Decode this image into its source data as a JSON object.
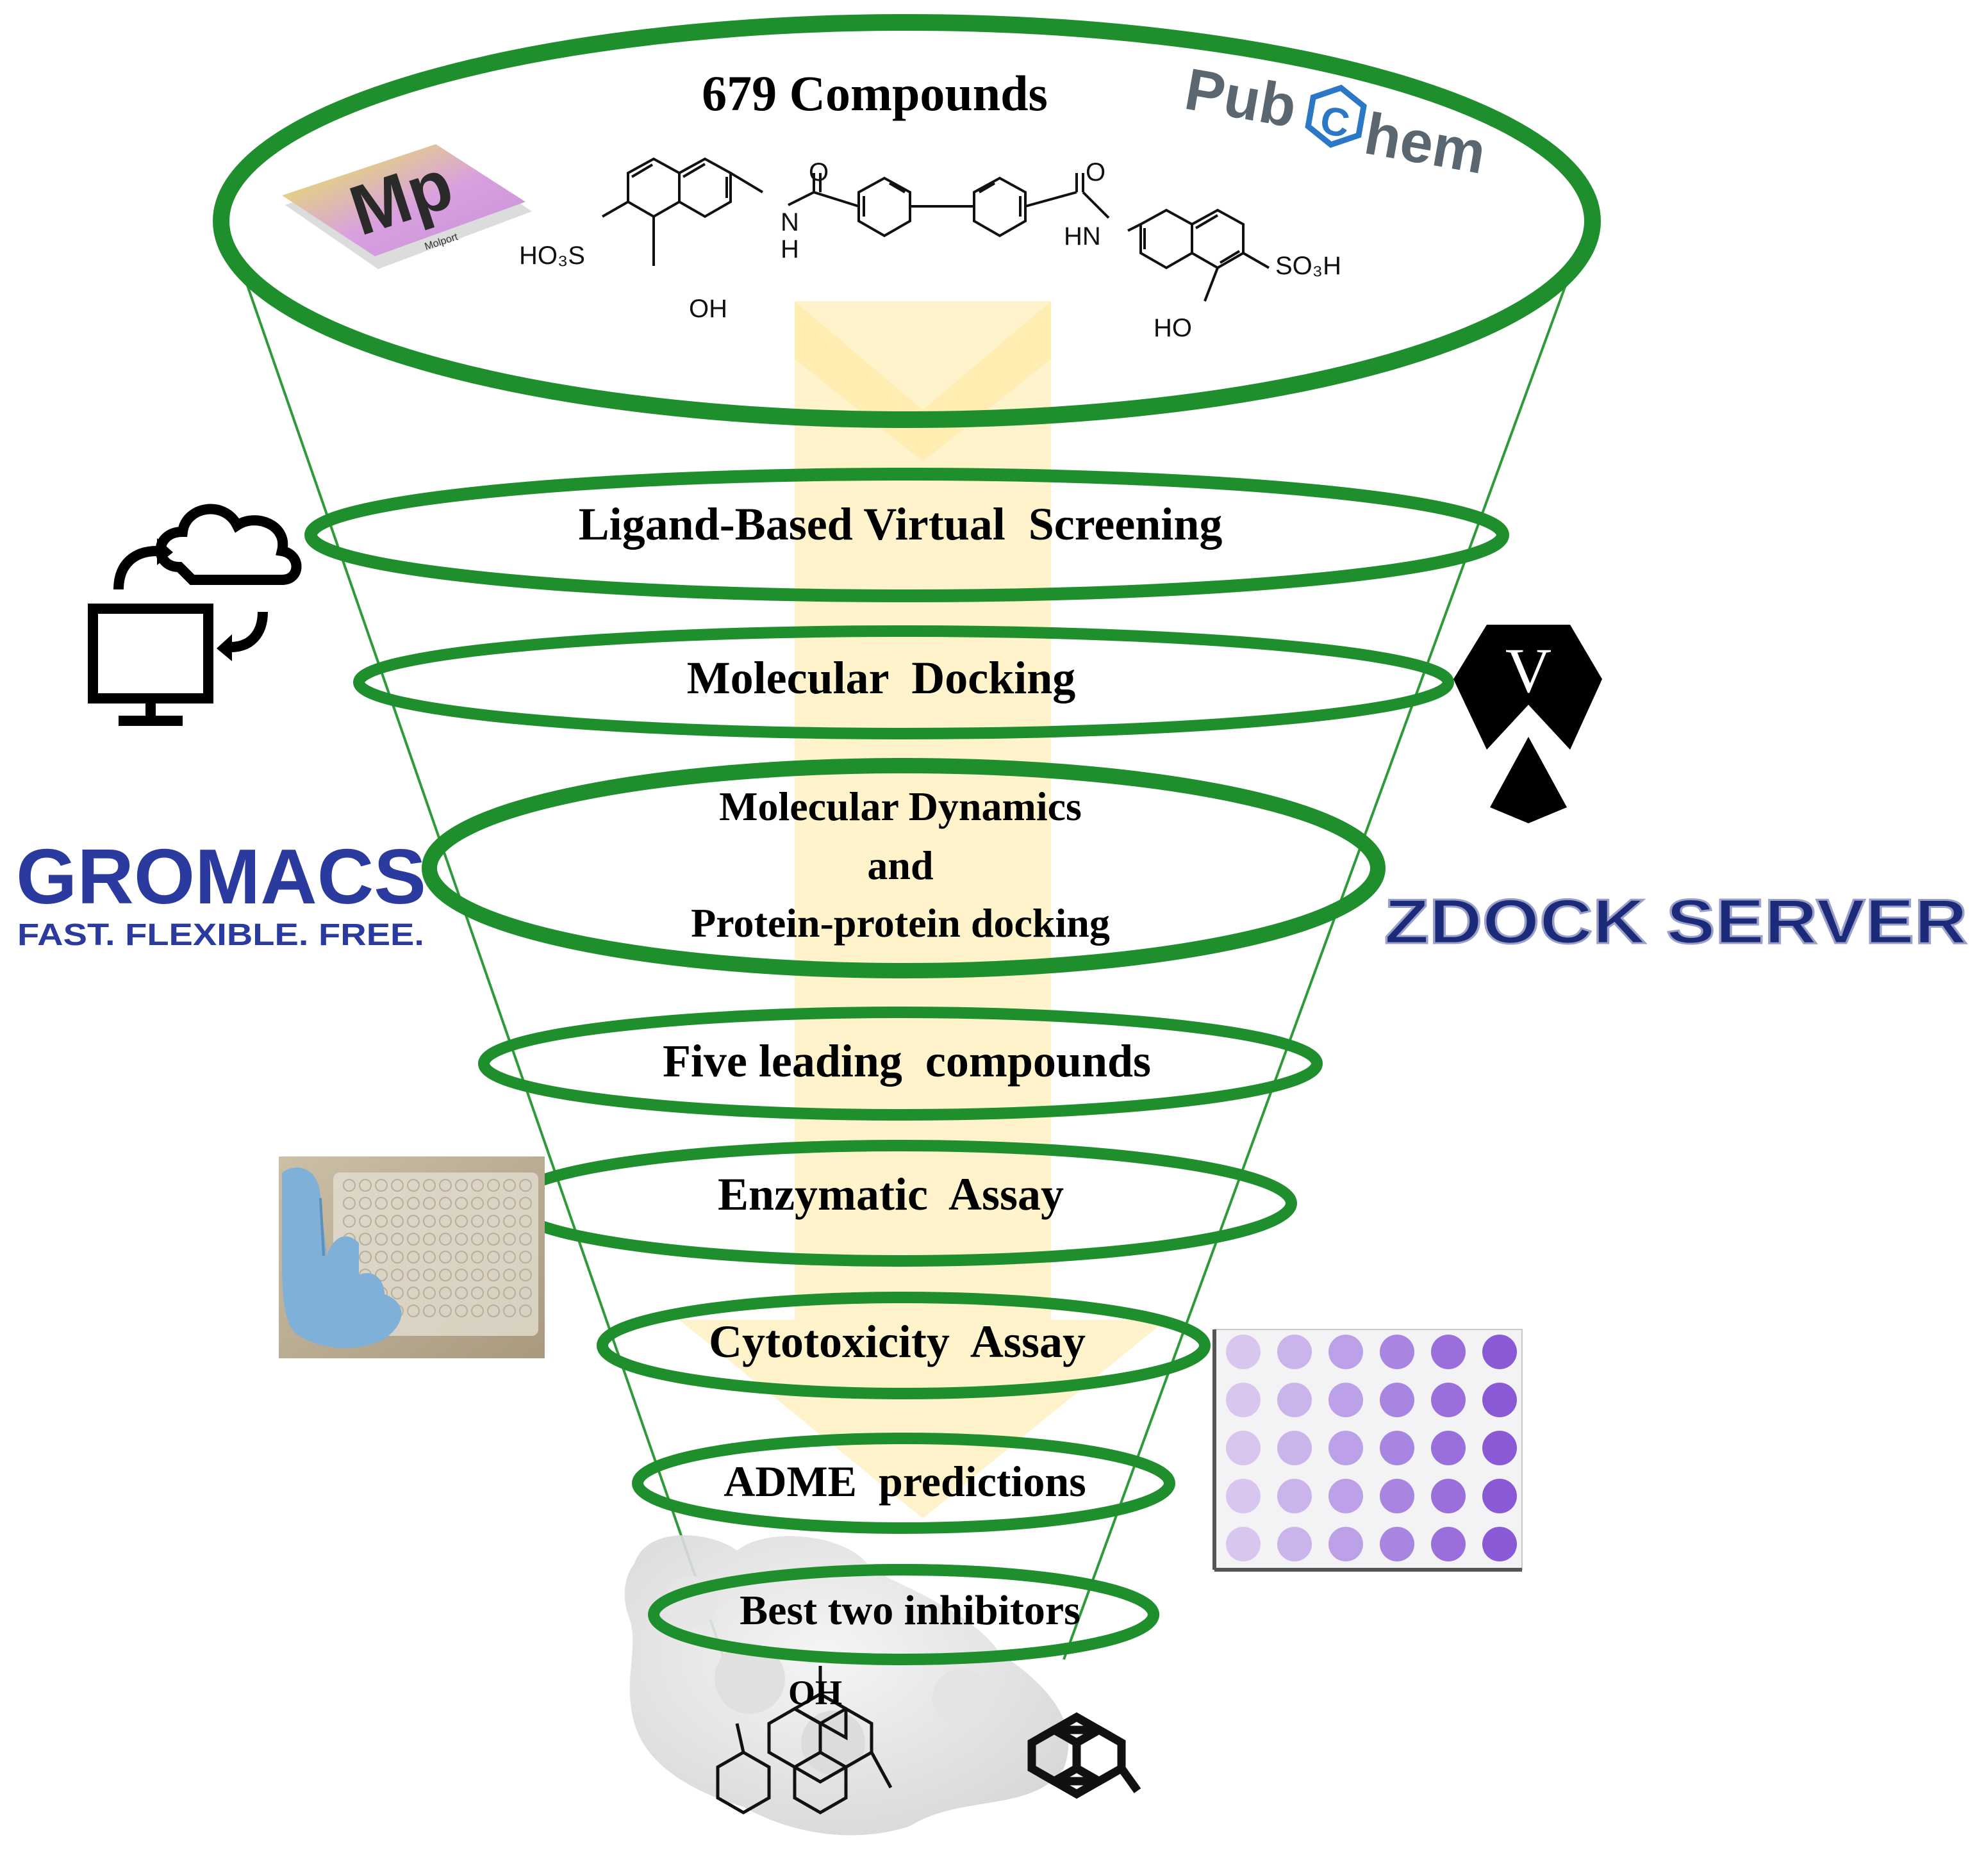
{
  "title": "679 Compounds",
  "stages": [
    {
      "id": "ligand-based-virtual-screening",
      "lines": [
        "Ligand-Based Virtual  Screening"
      ]
    },
    {
      "id": "molecular-docking",
      "lines": [
        "Molecular  Docking"
      ]
    },
    {
      "id": "molecular-dynamics",
      "lines": [
        "Molecular Dynamics",
        "and",
        "Protein-protein docking"
      ]
    },
    {
      "id": "five-leading-compounds",
      "lines": [
        "Five leading  compounds"
      ]
    },
    {
      "id": "enzymatic-assay",
      "lines": [
        "Enzymatic  Assay"
      ]
    },
    {
      "id": "cytotoxicity-assay",
      "lines": [
        "Cytotoxicity  Assay"
      ]
    },
    {
      "id": "adme-predictions",
      "lines": [
        "ADME  predictions"
      ]
    },
    {
      "id": "best-two-inhibitors",
      "lines": [
        "Best two inhibitors"
      ]
    }
  ],
  "logos": {
    "pubchem": {
      "prefix": "Pub",
      "ring": "C",
      "suffix": "hem"
    },
    "materials_project": {
      "text": "Mp",
      "sub": "Molport"
    },
    "gromacs": {
      "name": "GROMACS",
      "tagline": "FAST. FLEXIBLE. FREE."
    },
    "zdock": {
      "text": "ZDOCK SERVER"
    },
    "vina": {
      "letter": "V"
    }
  },
  "chemistry": {
    "left_sulfonate": "HO₃S",
    "right_sulfonate": "SO₃H",
    "left_hydroxyl": "OH",
    "right_hydroxyl": "HO",
    "amide_left_o": "O",
    "amide_right_o": "O",
    "amide_left_n": "N",
    "amide_left_h": "H",
    "amide_right_nh": "HN",
    "inhibitor_oh": "OH"
  },
  "colors": {
    "ring_green": "#1f8f2e",
    "funnel_line": "#2e9a3a",
    "arrow_yellow": "#fff1c2",
    "gromacs_blue": "#2b3a9e",
    "zdock_blue": "#1c2a7a",
    "pubchem_gray": "#5b6770",
    "pubchem_blue": "#2a78c6",
    "well_purple": "#8a5ad6",
    "glove_blue": "#7fb0d8"
  }
}
